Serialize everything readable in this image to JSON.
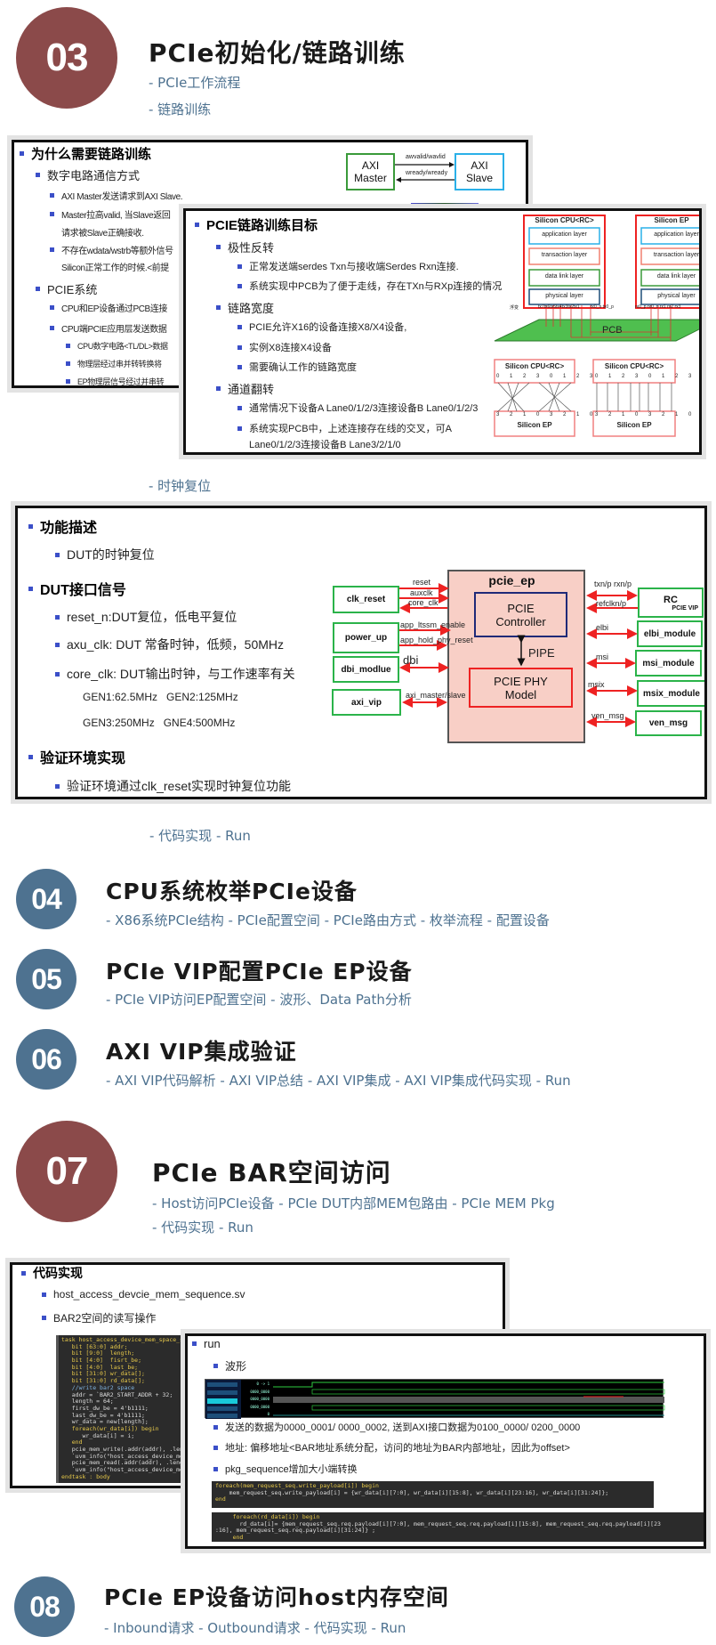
{
  "colors": {
    "accent_red": "#8b4a4a",
    "accent_blue": "#4e7290",
    "subtitle": "#4e7290",
    "bullet": "#3b4fc8"
  },
  "sections": [
    {
      "num": "03",
      "title": "PCIe初始化/链路训练",
      "subs": [
        "- PCIe工作流程",
        "- 链路训练",
        "- 时钟复位",
        "- 代码实现 - Run"
      ]
    },
    {
      "num": "04",
      "title": "CPU系统枚举PCIe设备",
      "subs": [
        "- X86系统PCIe结构 - PCIe配置空间 - PCIe路由方式 - 枚举流程 - 配置设备"
      ]
    },
    {
      "num": "05",
      "title": "PCIe VIP配置PCIe EP设备",
      "subs": [
        "- PCIe VIP访问EP配置空间  - 波形、Data Path分析"
      ]
    },
    {
      "num": "06",
      "title": "AXI VIP集成验证",
      "subs": [
        "- AXI VIP代码解析 - AXI VIP总结 - AXI VIP集成 - AXI VIP集成代码实现 - Run"
      ]
    },
    {
      "num": "07",
      "title": "PCIe BAR空间访问",
      "subs": [
        "- Host访问PCIe设备 - PCIe DUT内部MEM包路由 - PCIe MEM Pkg",
        "- 代码实现 - Run"
      ]
    },
    {
      "num": "08",
      "title": "PCIe EP设备访问host内存空间",
      "subs": [
        "- Inbound请求 - Outbound请求 - 代码实现 - Run"
      ]
    }
  ],
  "slide_why": {
    "items": [
      "为什么需要链路训练",
      "数字电路通信方式",
      "AXI Master发送请求到AXI  Slave.",
      "Master拉高valid, 当Slave返回",
      "请求被Slave正确接收.",
      "不存在wdata/wstrb等额外信号",
      "Silicon正常工作的时候.<前提",
      "PCIE系统",
      "CPU和EP设备通过PCB连接",
      "CPU端PCIE应用层发送数据",
      "CPU数字电路<TL/DL>数据",
      "物理层经过串并转转换将",
      "EP物理层信号经过并串转"
    ],
    "diagram": {
      "master": "AXI Master",
      "slave": "AXI Slave",
      "fwd": "awvalid/wavlid",
      "back": "wready/wready"
    }
  },
  "slide_goal": {
    "items": [
      "PCIE链路训练目标",
      "极性反转",
      "正常发送端serdes Txn与接收端Serdes Rxn连接.",
      "系统实现中PCB为了便于走线，存在TXn与RXp连接的情况",
      "链路宽度",
      "PCIE允许X16的设备连接X8/X4设备,",
      "实例X8连接X4设备",
      "需要确认工作的链路宽度",
      "通道翻转",
      "通常情况下设备A Lane0/1/2/3连接设备B Lane0/1/2/3",
      "系统实现PCB中，上述连接存在线的交叉，可A",
      "Lane0/1/2/3连接设备B Lane3/2/1/0"
    ],
    "cpu": "Silicon CPU<RC>",
    "ep": "Silicon EP",
    "layers": [
      "application layer",
      "transaction layer",
      "data link layer",
      "physical layer"
    ],
    "pcb": "PCB",
    "pcb_note": "浮变",
    "tx_labels": "tx7tx6tx5tx4tx3tx2tx1",
    "tx0": "tx0_n tx0_p",
    "rx_labels": "rx0_p rx0_n rx1 rx2 rx3",
    "lanes_top": "0 1 2 3 0 1 2 3",
    "lanes_cross": "3 2 1 0 3 2 1 0"
  },
  "slide_clock": {
    "items": [
      "功能描述",
      "DUT的时钟复位",
      "DUT接口信号",
      "reset_n:DUT复位，低电平复位",
      "axu_clk: DUT 常备时钟，低频，50MHz",
      "core_clk: DUT输出时钟，与工作速率有关",
      "GEN1:62.5MHz   GEN2:125MHz",
      "GEN3:250MHz   GNE4:500MHz",
      "验证环境实现",
      "验证环境通过clk_reset实现时钟复位功能"
    ],
    "ep": "pcie_ep",
    "controller": "PCIE Controller",
    "phy": "PCIE PHY Model",
    "pipe": "PIPE",
    "left_modules": [
      "clk_reset",
      "power_up",
      "dbi_modlue",
      "axi_vip"
    ],
    "right_modules": [
      "elbi_module",
      "msi_module",
      "msix_module",
      "ven_msg"
    ],
    "rc": "RC",
    "rc_sub": "PCIE VIP",
    "left_signals": [
      "reset",
      "auxclk",
      "core_clk",
      "app_ltssm_enable",
      "app_hold_phy_reset",
      "dbi",
      "axi_master/slave"
    ],
    "right_signals": [
      "txn/p rxn/p",
      "refclkn/p",
      "elbi",
      "msi",
      "msix",
      "ven_msg"
    ]
  },
  "slide_code": {
    "items": [
      "代码实现",
      "host_access_devcie_mem_sequence.sv",
      "BAR2空间的读写操作"
    ],
    "code": [
      "task host_access_device_mem_space_s",
      "   bit [63:0] addr;",
      "   bit [9:0]  length;",
      "   bit [4:0]  fisrt_be;",
      "   bit [4:0]  last_be;",
      "   bit [31:0] wr_data[];",
      "   bit [31:0] rd_data[];",
      "   //write bar2 space",
      "   addr = `BAR2_START_ADDR + 32;",
      "   length = 64;",
      "   first_dw_be = 4'b1111;",
      "   last_dw_be = 4'b1111;",
      "   wr_data = new[length];",
      "   foreach(wr_data[i]) begin",
      "      wr_data[i] = i;",
      "   end",
      "   pcie_mem_write(.addr(addr), .len",
      "   `uvm_info(\"host_access_device_me",
      "   pcie_mem_read(.addr(addr), .leng",
      "   `uvm_info(\"host_access_device_me",
      "endtask : body"
    ]
  },
  "slide_run": {
    "items": [
      "run",
      "波形",
      "发送的数据为0000_0001/ 0000_0002, 送到AXI接口数据为0100_0000/ 0200_0000",
      "地址: 偏移地址<BAR地址系统分配，访问的地址为BAR内部地址，因此为offset>",
      "pkg_sequence增加大小端转换"
    ],
    "wave_values": [
      "0 -> 1",
      "0000_0000",
      "0000_0000",
      "0000_0000",
      "0"
    ],
    "code1": [
      "foreach(mem_request_seq.write_payload[i]) begin",
      "    mem_request_seq.write_payload[i] = {wr_data[i][7:0], wr_data[i][15:8], wr_data[i][23:16], wr_data[i][31:24]};",
      "end"
    ],
    "code2": [
      "     foreach(rd_data[i]) begin",
      "       rd_data[i]= {mem_request_seq.req.payload[i][7:0], mem_request_seq.req.payload[i][15:8], mem_request_seq.req.payload[i][23",
      ":16], mem_request_seq.req.payload[i][31:24]} ;",
      "     end"
    ]
  }
}
